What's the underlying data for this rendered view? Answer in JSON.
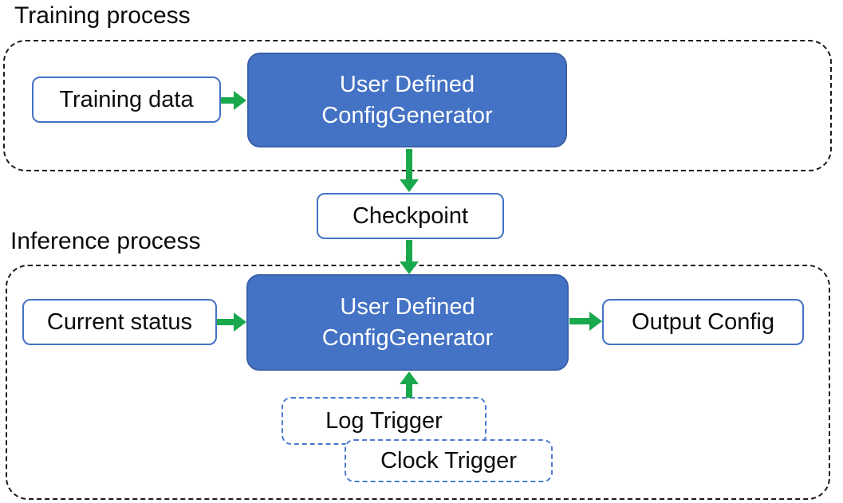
{
  "colors": {
    "generator_fill": "#4472C4",
    "generator_border": "#3A61A9",
    "box_border": "#4472C4",
    "arrow_green": "#1AA84D",
    "trigger_border": "#4C7AD1",
    "container_border": "#1A1A1A",
    "text_dark": "#0B0B0B",
    "text_light": "#FFFFFF"
  },
  "training": {
    "section_label": "Training process",
    "training_data_label": "Training data",
    "generator_line1": "User Defined",
    "generator_line2": "ConfigGenerator"
  },
  "checkpoint_label": "Checkpoint",
  "inference": {
    "section_label": "Inference process",
    "current_status_label": "Current status",
    "generator_line1": "User Defined",
    "generator_line2": "ConfigGenerator",
    "output_config_label": "Output Config",
    "log_trigger_label": "Log Trigger",
    "clock_trigger_label": "Clock Trigger"
  }
}
